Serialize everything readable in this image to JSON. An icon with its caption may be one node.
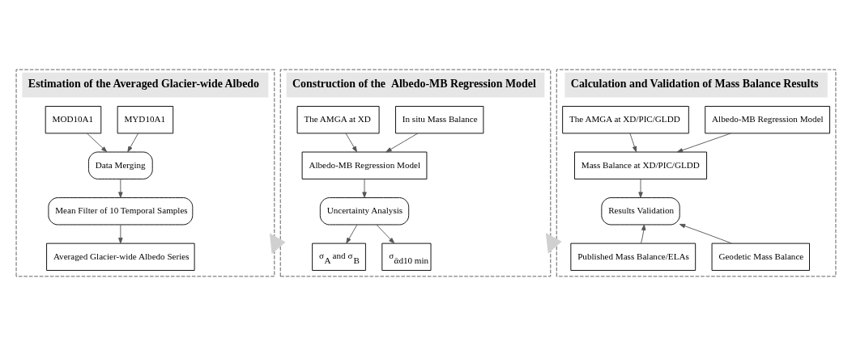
{
  "diagram": {
    "nodes": [
      {
        "text": [
          "Estimation of the Averaged Glacier-wide Albedo"
        ]
      },
      {
        "text": [
          "MOD10A1"
        ],
        "in": 0
      },
      {
        "text": [
          "MYD10A1"
        ],
        "in": 0
      },
      {
        "text": [
          "Data Merging"
        ],
        "in": 0
      },
      {
        "text": [
          "Mean Filter of 10 Temporal Samples"
        ],
        "in": 0
      },
      {
        "text": [
          "Averaged Glacier-wide Albedo Series"
        ],
        "in": 0
      },
      {
        "text": [
          "Construction of the  Albedo-MB Regression Model"
        ]
      },
      {
        "text": [
          "The AMGA at XD"
        ],
        "in": 6
      },
      {
        "text": [
          "In situ Mass Balance"
        ],
        "in": 6
      },
      {
        "text": [
          "Albedo-MB Regression Model"
        ],
        "in": 6
      },
      {
        "text": [
          "Uncertainty Analysis"
        ],
        "in": 6
      },
      {
        "text": [
          "σ$_{A}$ and σ$_{B}$"
        ],
        "in": 6
      },
      {
        "text": [
          "σ$_{ᾱd10 min}$"
        ],
        "in": 6
      },
      {
        "text": [
          "Calculation and Validation of Mass Balance Results"
        ]
      },
      {
        "text": [
          "The AMGA at XD/PIC/GLDD"
        ],
        "in": 13
      },
      {
        "text": [
          "Albedo-MB Regression Model"
        ],
        "in": 13
      },
      {
        "text": [
          "Mass Balance at XD/PIC/GLDD"
        ],
        "in": 13
      },
      {
        "text": [
          "Results Validation"
        ],
        "in": 13
      },
      {
        "text": [
          "Published Mass Balance/ELAs"
        ],
        "in": 13
      },
      {
        "text": [
          "Geodetic Mass Balance"
        ],
        "in": 13
      }
    ],
    "edges": [
      {
        "from": 1,
        "to": 3,
        "arrow": "to"
      },
      {
        "from": 2,
        "to": 3,
        "arrow": "to"
      },
      {
        "from": 3,
        "to": 4,
        "arrow": "to"
      },
      {
        "from": 4,
        "to": 5,
        "arrow": "to"
      },
      {
        "from": 7,
        "to": 9,
        "arrow": "to"
      },
      {
        "from": 8,
        "to": 9,
        "arrow": "to"
      },
      {
        "from": 9,
        "to": 10,
        "arrow": "to"
      },
      {
        "from": 10,
        "to": 11,
        "arrow": "to"
      },
      {
        "from": 10,
        "to": 12,
        "arrow": "to"
      },
      {
        "from": 14,
        "to": 16,
        "arrow": "to"
      },
      {
        "from": 15,
        "to": 16,
        "arrow": "to"
      },
      {
        "from": 16,
        "to": 17,
        "arrow": "to"
      },
      {
        "from": 18,
        "to": 17,
        "arrow": "to"
      },
      {
        "from": 19,
        "to": 17,
        "arrow": "to"
      },
      {
        "from": 0,
        "to": 6,
        "arrow": "to",
        "style": "thick",
        "color": "#d0d0d0"
      },
      {
        "from": 6,
        "to": 13,
        "arrow": "to",
        "style": "thick",
        "color": "#d0d0d0"
      }
    ]
  }
}
